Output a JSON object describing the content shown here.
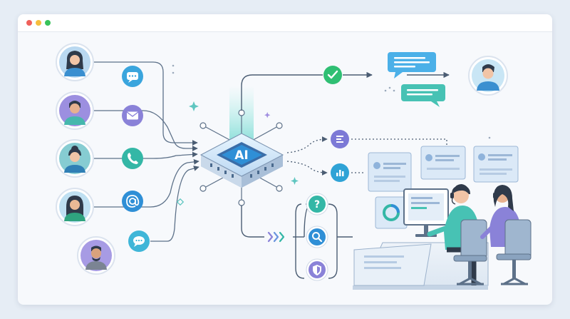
{
  "window": {
    "controls": [
      {
        "name": "close",
        "color": "#f0605a"
      },
      {
        "name": "minimize",
        "color": "#f6be3e"
      },
      {
        "name": "maximize",
        "color": "#38c25a"
      }
    ]
  },
  "hub": {
    "label": "AI",
    "icon": "ai-chip-icon"
  },
  "colors": {
    "accent": "#2fa3d6",
    "teal": "#34b7a6",
    "purple": "#8a82d8",
    "success": "#2fbf73",
    "line": "#5d7189"
  },
  "customers": [
    {
      "name": "customer-woman-1",
      "channel": "chat-bubble-icon"
    },
    {
      "name": "customer-man-1",
      "channel": "envelope-icon"
    },
    {
      "name": "customer-woman-2",
      "channel": "phone-icon"
    },
    {
      "name": "customer-woman-3",
      "channel": "at-sign-icon"
    },
    {
      "name": "customer-man-2",
      "channel": "speech-bubble-icon"
    }
  ],
  "outcomes": {
    "resolved": "check-icon",
    "routed": [
      "list-icon",
      "bar-chart-icon"
    ],
    "escalation": [
      "question-icon",
      "search-icon",
      "shield-icon"
    ]
  }
}
